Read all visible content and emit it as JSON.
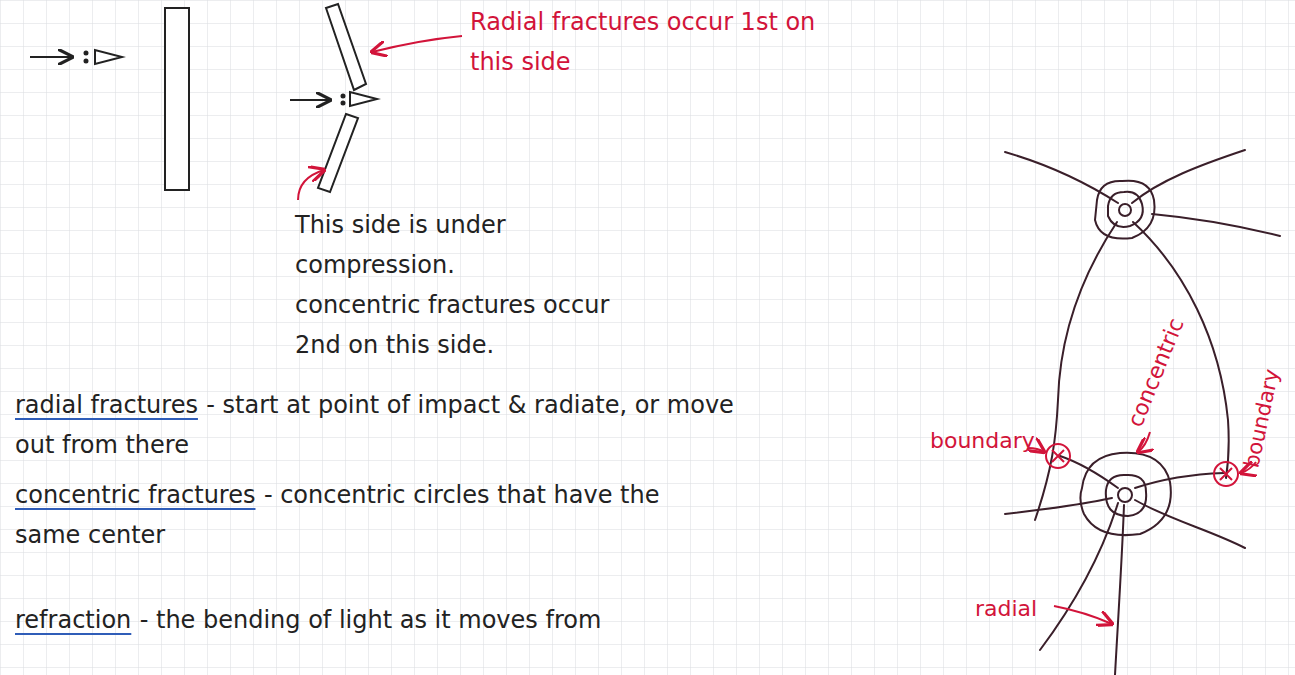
{
  "diagram": {
    "labels": [
      "Radial fractures occur 1st on this side",
      "This side is under compression.",
      "concentric fractures occur 2nd on this side.",
      "radial fractures",
      "- start at point of impact & radiate, or move out from there",
      "concentric fractures",
      "- concentric circles that have the same center",
      "refraction",
      "- the bending of light as it moves from",
      "boundary",
      "concentric",
      "boundary",
      "radial"
    ]
  }
}
